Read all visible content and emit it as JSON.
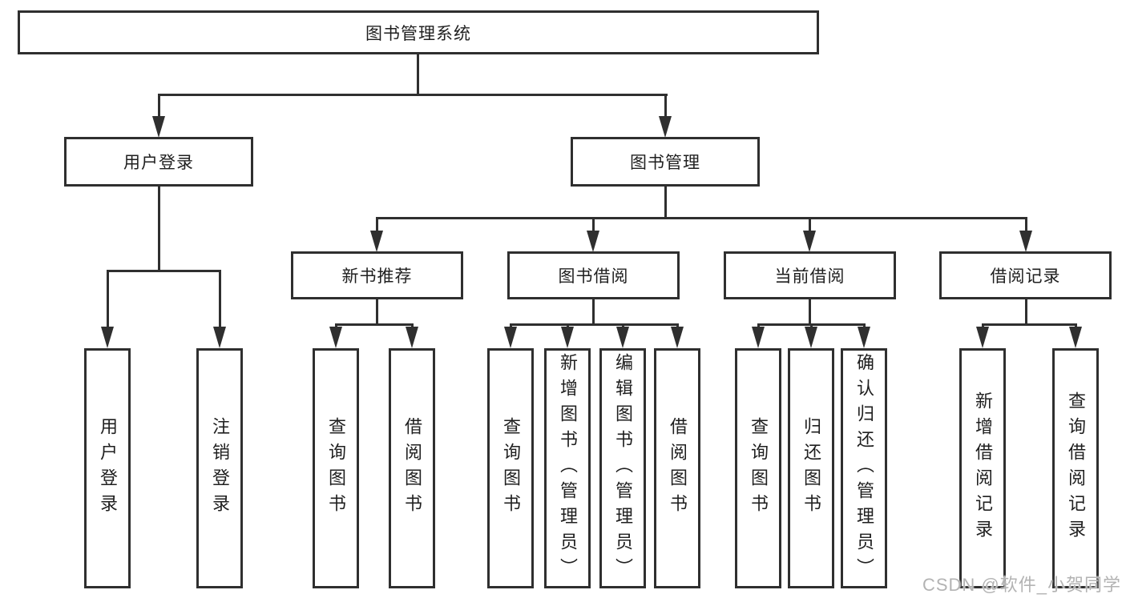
{
  "diagram_title": "图书管理系统",
  "tree": {
    "root": "图书管理系统",
    "branches": [
      {
        "label": "用户登录",
        "leaves": [
          "用户登录",
          "注销登录"
        ]
      },
      {
        "label": "图书管理",
        "groups": [
          {
            "label": "新书推荐",
            "leaves": [
              "查询图书",
              "借阅图书"
            ]
          },
          {
            "label": "图书借阅",
            "leaves": [
              "查询图书",
              "新增图书（管理员）",
              "编辑图书（管理员）",
              "借阅图书"
            ]
          },
          {
            "label": "当前借阅",
            "leaves": [
              "查询图书",
              "归还图书",
              "确认归还（管理员）"
            ]
          },
          {
            "label": "借阅记录",
            "leaves": [
              "新增借阅记录",
              "查询借阅记录"
            ]
          }
        ]
      }
    ]
  },
  "watermark": "CSDN @软件_小贺同学",
  "colors": {
    "line": "#2f2f2f",
    "text": "#1f1f1f",
    "background": "#ffffff",
    "watermark": "#b3b3b3"
  }
}
